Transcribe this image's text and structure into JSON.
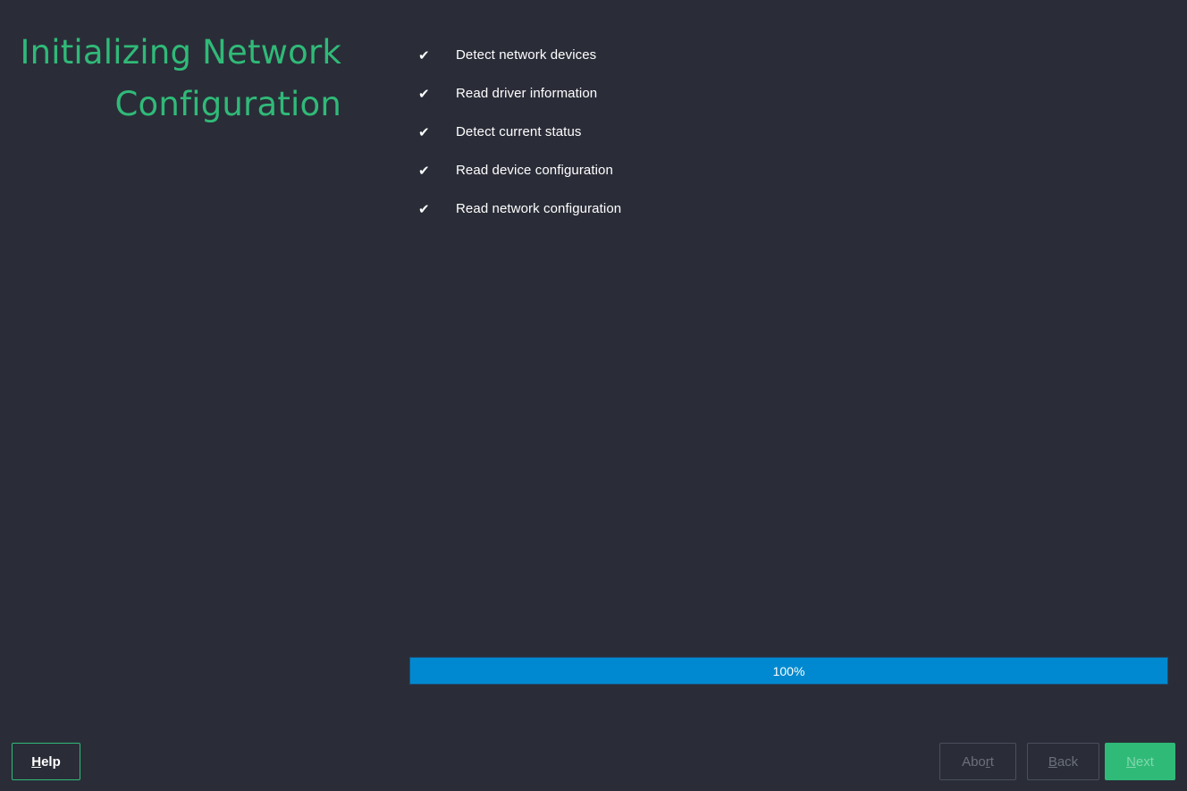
{
  "title": {
    "line1": "Initializing Network",
    "line2": "Configuration"
  },
  "steps": [
    {
      "icon": "check-icon",
      "glyph": "✔",
      "label": "Detect network devices"
    },
    {
      "icon": "check-icon",
      "glyph": "✔",
      "label": "Read driver information"
    },
    {
      "icon": "check-icon",
      "glyph": "✔",
      "label": "Detect current status"
    },
    {
      "icon": "check-icon",
      "glyph": "✔",
      "label": "Read device configuration"
    },
    {
      "icon": "check-icon",
      "glyph": "✔",
      "label": "Read network configuration"
    }
  ],
  "progress": {
    "value": 100,
    "label": "100%"
  },
  "buttons": {
    "help": {
      "pre": "",
      "key": "H",
      "post": "elp"
    },
    "abort": {
      "pre": "Abo",
      "key": "r",
      "post": "t"
    },
    "back": {
      "pre": "",
      "key": "B",
      "post": "ack"
    },
    "next": {
      "pre": "",
      "key": "N",
      "post": "ext"
    }
  },
  "colors": {
    "background": "#2a2d38",
    "accent": "#30ba78",
    "progress_fill": "#0089d0"
  }
}
